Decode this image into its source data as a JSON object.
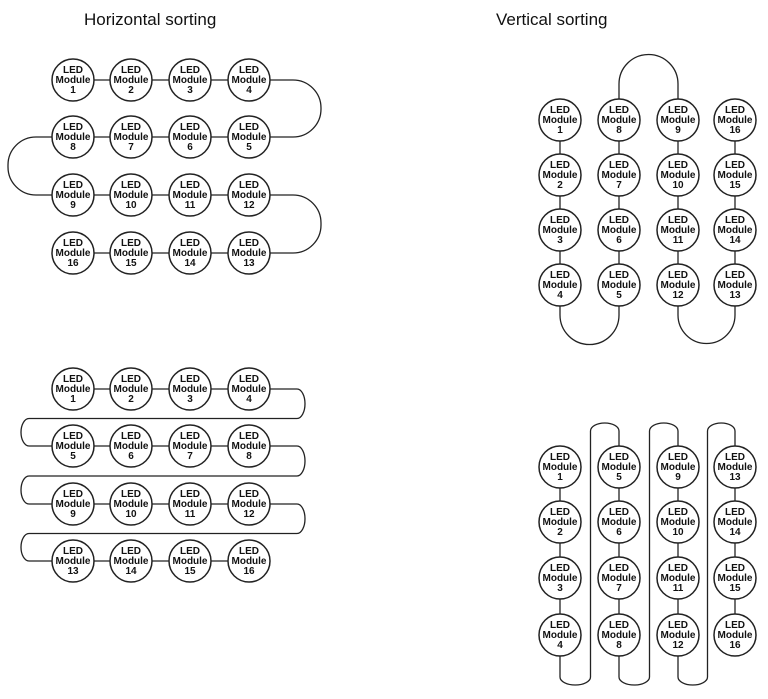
{
  "titles": {
    "horizontal": "Horizontal sorting",
    "vertical": "Vertical sorting"
  },
  "module": {
    "line1": "LED",
    "line2": "Module"
  },
  "colors": {
    "stroke": "#222222",
    "fill": "#ffffff",
    "text": "#111111"
  },
  "diagrams": [
    {
      "id": "horizontal-serpentine",
      "numbers": [
        [
          1,
          2,
          3,
          4
        ],
        [
          8,
          7,
          6,
          5
        ],
        [
          9,
          10,
          11,
          12
        ],
        [
          16,
          15,
          14,
          13
        ]
      ]
    },
    {
      "id": "vertical-serpentine",
      "numbers": [
        [
          1,
          8,
          9,
          16
        ],
        [
          2,
          7,
          10,
          15
        ],
        [
          3,
          6,
          11,
          14
        ],
        [
          4,
          5,
          12,
          13
        ]
      ]
    },
    {
      "id": "horizontal-return",
      "numbers": [
        [
          1,
          2,
          3,
          4
        ],
        [
          5,
          6,
          7,
          8
        ],
        [
          9,
          10,
          11,
          12
        ],
        [
          13,
          14,
          15,
          16
        ]
      ]
    },
    {
      "id": "vertical-return",
      "numbers": [
        [
          1,
          5,
          9,
          13
        ],
        [
          2,
          6,
          10,
          14
        ],
        [
          3,
          7,
          11,
          15
        ],
        [
          4,
          8,
          12,
          16
        ]
      ]
    }
  ]
}
